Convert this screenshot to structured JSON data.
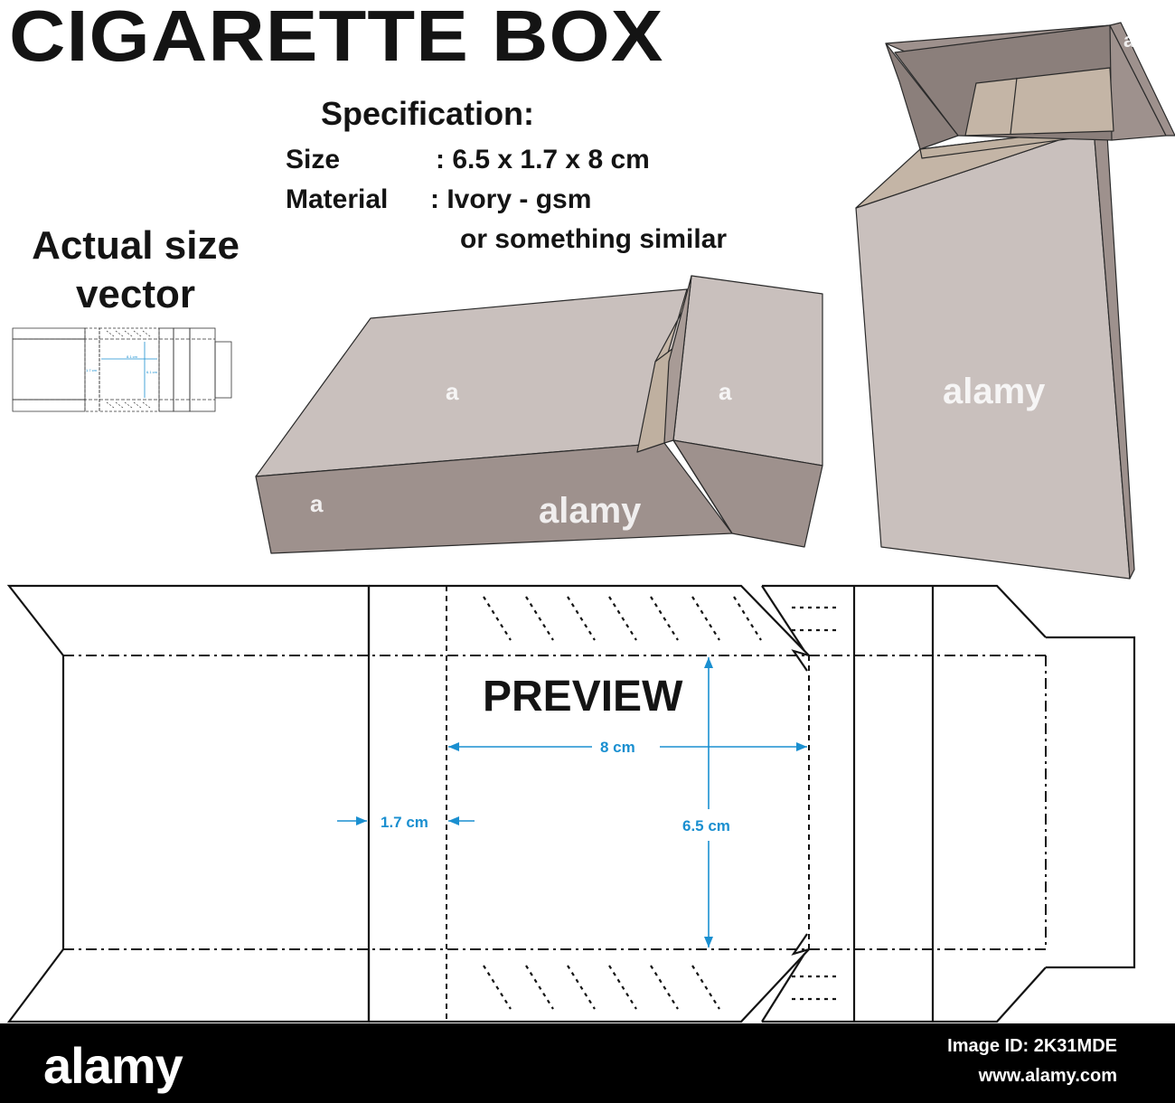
{
  "title": "CIGARETTE BOX",
  "specification": {
    "heading": "Specification:",
    "size_label": "Size",
    "size_value": ": 6.5 x 1.7 x 8  cm",
    "material_label": "Material",
    "material_value": ": Ivory - gsm",
    "material_note": "or something similar"
  },
  "actual_size": "Actual size vector",
  "preview": {
    "label": "PREVIEW",
    "dim_width": "8 cm",
    "dim_height": "6.5 cm",
    "dim_depth": "1.7 cm"
  },
  "thumbnail": {
    "dim_width": "8.1 cm",
    "dim_depth": "1.7 cm",
    "dim_height": "6.1 cm"
  },
  "watermarks": {
    "logo": "alamy",
    "letter": "a"
  },
  "footer": {
    "logo": "alamy",
    "image_id": "Image ID: 2K31MDE",
    "url": "www.alamy.com"
  },
  "colors": {
    "dimension": "#1a8fd0",
    "box_front": "#c9c0bd",
    "box_side": "#9e918d",
    "box_dark": "#8b7f7b",
    "box_inner": "#c4b5a6",
    "dieline": "#141414",
    "footer_bg": "#000000"
  }
}
